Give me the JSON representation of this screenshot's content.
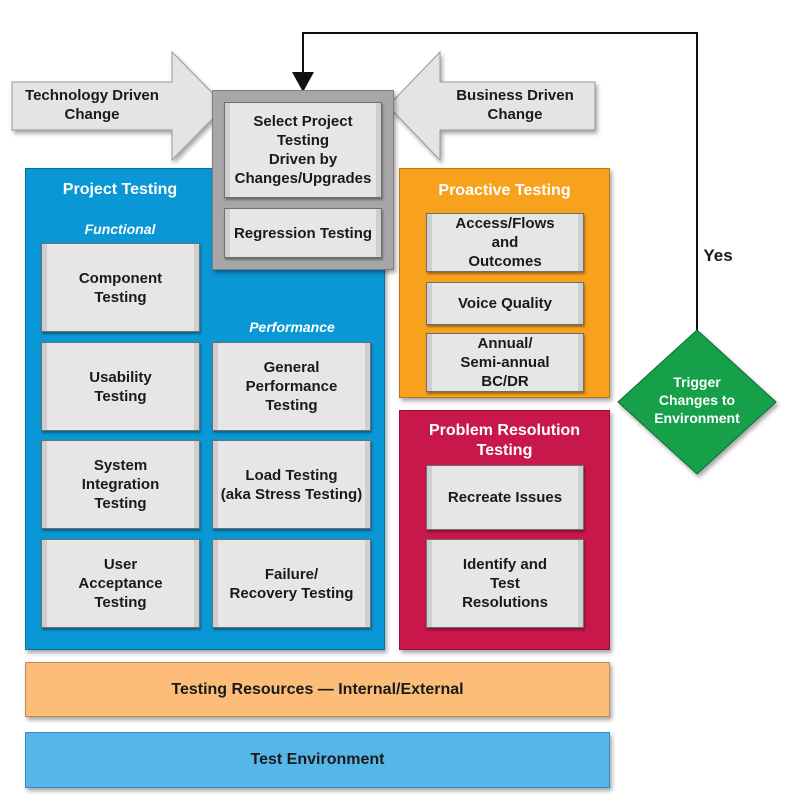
{
  "colors": {
    "project_testing": "#0a97d6",
    "proactive_testing": "#f7a11d",
    "problem_resolution": "#c8174a",
    "trigger": "#16a04a",
    "resources": "#fbbd78",
    "environment": "#55b7e8",
    "select_panel": "#a7a7a7",
    "input_arrows": "#e4e4e4"
  },
  "inputs": {
    "technology_driven": "Technology Driven\nChange",
    "business_driven": "Business Driven\nChange"
  },
  "select_panel": {
    "select_box": "Select Project\nTesting\nDriven by\nChanges/Upgrades",
    "regression_box": "Regression Testing"
  },
  "project_testing": {
    "title": "Project Testing",
    "functional_label": "Functional",
    "performance_label": "Performance",
    "functional_items": [
      "Component\nTesting",
      "Usability\nTesting",
      "System\nIntegration\nTesting",
      "User\nAcceptance\nTesting"
    ],
    "performance_items": [
      "General\nPerformance\nTesting",
      "Load Testing\n(aka Stress Testing)",
      "Failure/\nRecovery Testing"
    ]
  },
  "proactive_testing": {
    "title": "Proactive Testing",
    "items": [
      "Access/Flows\nand\nOutcomes",
      "Voice Quality",
      "Annual/\nSemi-annual\nBC/DR"
    ]
  },
  "problem_resolution": {
    "title": "Problem Resolution\nTesting",
    "items": [
      "Recreate Issues",
      "Identify and\nTest\nResolutions"
    ]
  },
  "trigger": {
    "label": "Trigger\nChanges to\nEnvironment",
    "yes_label": "Yes"
  },
  "foundation": {
    "resources": "Testing Resources — Internal/External",
    "environment": "Test Environment"
  }
}
